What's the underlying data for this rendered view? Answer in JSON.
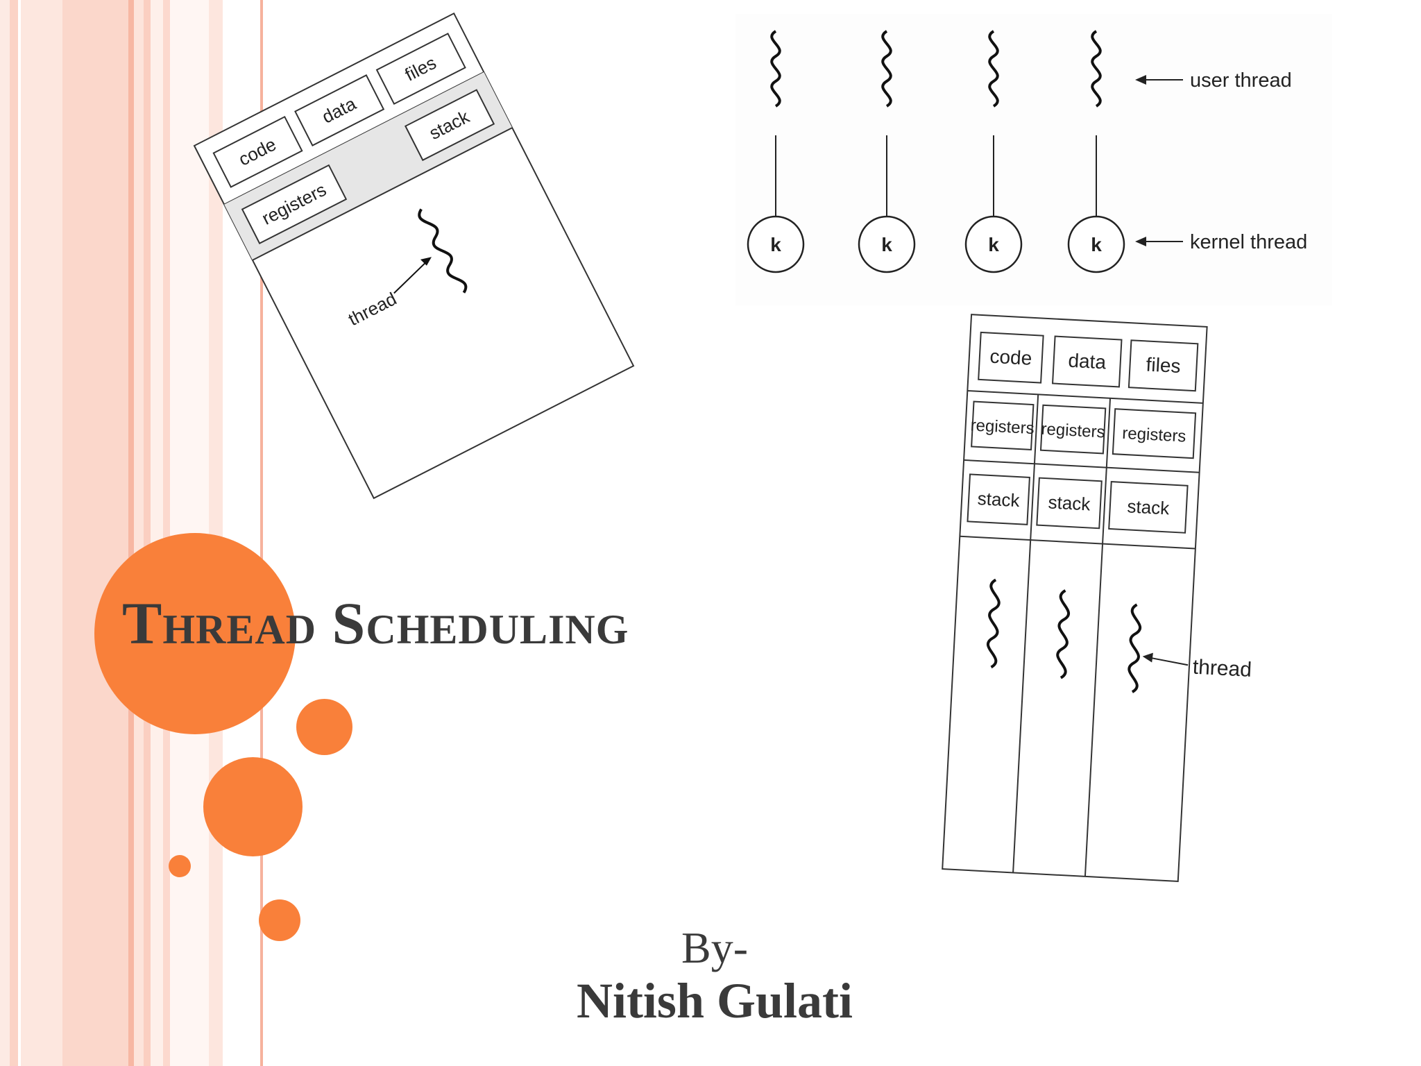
{
  "slide": {
    "title": "Thread Scheduling",
    "byline": "By-",
    "author": "Nitish Gulati"
  },
  "single_thread_diagram": {
    "cells": [
      "code",
      "data",
      "files",
      "registers",
      "stack"
    ],
    "thread_label": "thread"
  },
  "one_to_one_model": {
    "kernel_symbol": "k",
    "user_thread_label": "user thread",
    "kernel_thread_label": "kernel thread"
  },
  "multi_thread_diagram": {
    "shared_cells": [
      "code",
      "data",
      "files"
    ],
    "per_thread_cells": [
      [
        "registers",
        "stack"
      ],
      [
        "registers",
        "stack"
      ],
      [
        "registers",
        "stack"
      ]
    ],
    "thread_label": "thread"
  },
  "colors": {
    "accent_orange": "#f9803a",
    "stripe_pink": "#fbd9cf",
    "stripe_light": "#fde9e2",
    "text_dark": "#3a3a3a"
  }
}
